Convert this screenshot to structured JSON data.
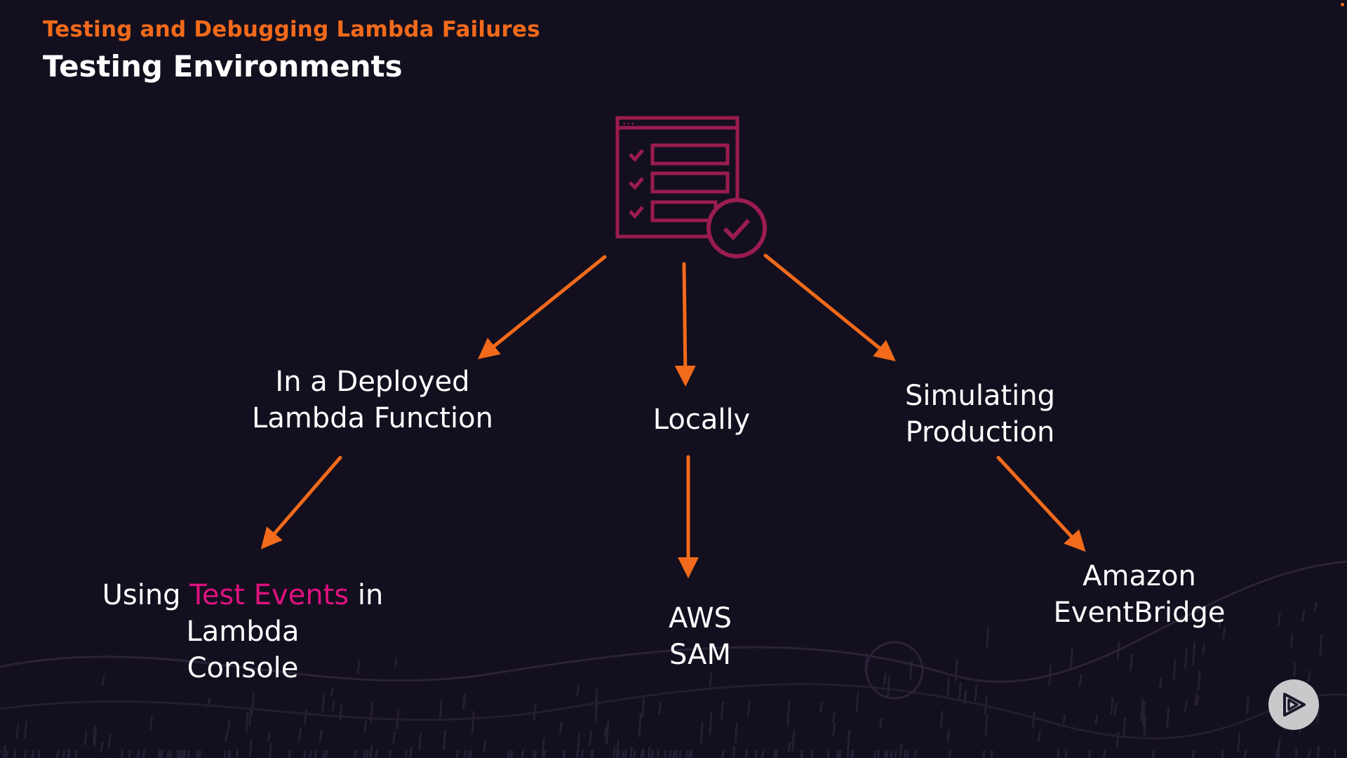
{
  "header": {
    "subtitle": "Testing and Debugging Lambda Failures",
    "title": "Testing Environments"
  },
  "root_icon": "checklist-document-icon",
  "nodes": {
    "deployed": {
      "line1": "In a Deployed",
      "line2": "Lambda Function"
    },
    "locally": {
      "label": "Locally"
    },
    "simulating": {
      "line1": "Simulating",
      "line2": "Production"
    },
    "test_events": {
      "prefix": "Using ",
      "highlight": "Test Events",
      "suffix": " in",
      "line2": "Lambda",
      "line3": "Console"
    },
    "aws_sam": {
      "line1": "AWS",
      "line2": "SAM"
    },
    "eventbridge": {
      "line1": "Amazon",
      "line2": "EventBridge"
    }
  },
  "colors": {
    "background": "#130f1e",
    "accent_orange": "#f26a1b",
    "icon_maroon": "#9b1c4e",
    "highlight_pink": "#e0117f",
    "text": "#ffffff"
  },
  "controls": {
    "play_icon": "play-logo-icon"
  }
}
